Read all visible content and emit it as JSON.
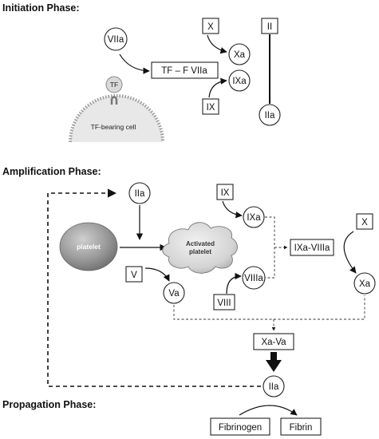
{
  "phases": {
    "initiation": "Initiation Phase:",
    "amplification": "Amplification Phase:",
    "propagation": "Propagation Phase:"
  },
  "initiation": {
    "vIIa": "VIIa",
    "tf": "TF",
    "cell": "TF-bearing cell",
    "tf_fviia": "TF – F VIIa",
    "x": "X",
    "xa": "Xa",
    "ix": "IX",
    "ixa": "IXa",
    "ii": "II",
    "iia": "IIa"
  },
  "amplification": {
    "iia_top": "IIa",
    "platelet": "platelet",
    "activated_platelet_line1": "Activated",
    "activated_platelet_line2": "platelet",
    "ix": "IX",
    "ixa": "IXa",
    "viiia": "VIIIa",
    "viii": "VIII",
    "v": "V",
    "va": "Va",
    "tenase": "IXa-VIIIa",
    "x": "X",
    "xa": "Xa",
    "prothrombinase": "Xa-Va",
    "iia_bottom": "IIa"
  },
  "propagation": {
    "fibrinogen": "Fibrinogen",
    "fibrin": "Fibrin"
  }
}
